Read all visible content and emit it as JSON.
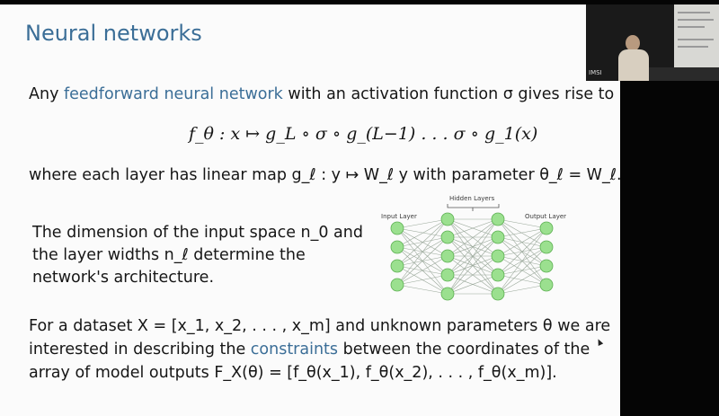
{
  "slide": {
    "title": "Neural networks",
    "p1": {
      "pre": "Any ",
      "link": "feedforward neural network",
      "post": " with an activation function σ gives rise to"
    },
    "eq1": "f_θ : x ↦ g_L ∘ σ ∘ g_(L−1) . . . σ ∘ g_1(x)",
    "p2": "where each layer has linear map g_ℓ : y ↦ W_ℓ y with parameter θ_ℓ = W_ℓ.",
    "p3_lines": [
      "The dimension of the input space n_0 and",
      "the layer widths n_ℓ determine the",
      "network's architecture."
    ],
    "p4": {
      "line1": "For a dataset X = [x_1, x_2, . . . , x_m] and unknown parameters θ we are",
      "line2_pre": "interested in describing the ",
      "line2_link": "constraints",
      "line2_post": " between the coordinates of the",
      "line3": "array of model outputs F_X(θ) = [f_θ(x_1), f_θ(x_2), . . . , f_θ(x_m)]."
    }
  },
  "diagram": {
    "input_label": "Input Layer",
    "hidden_label": "Hidden Layers",
    "output_label": "Output Layer",
    "node_color": "#9be08f",
    "node_stroke": "#5db052",
    "edge_color": "#9aa89a"
  },
  "video": {
    "label": "IMSI"
  }
}
